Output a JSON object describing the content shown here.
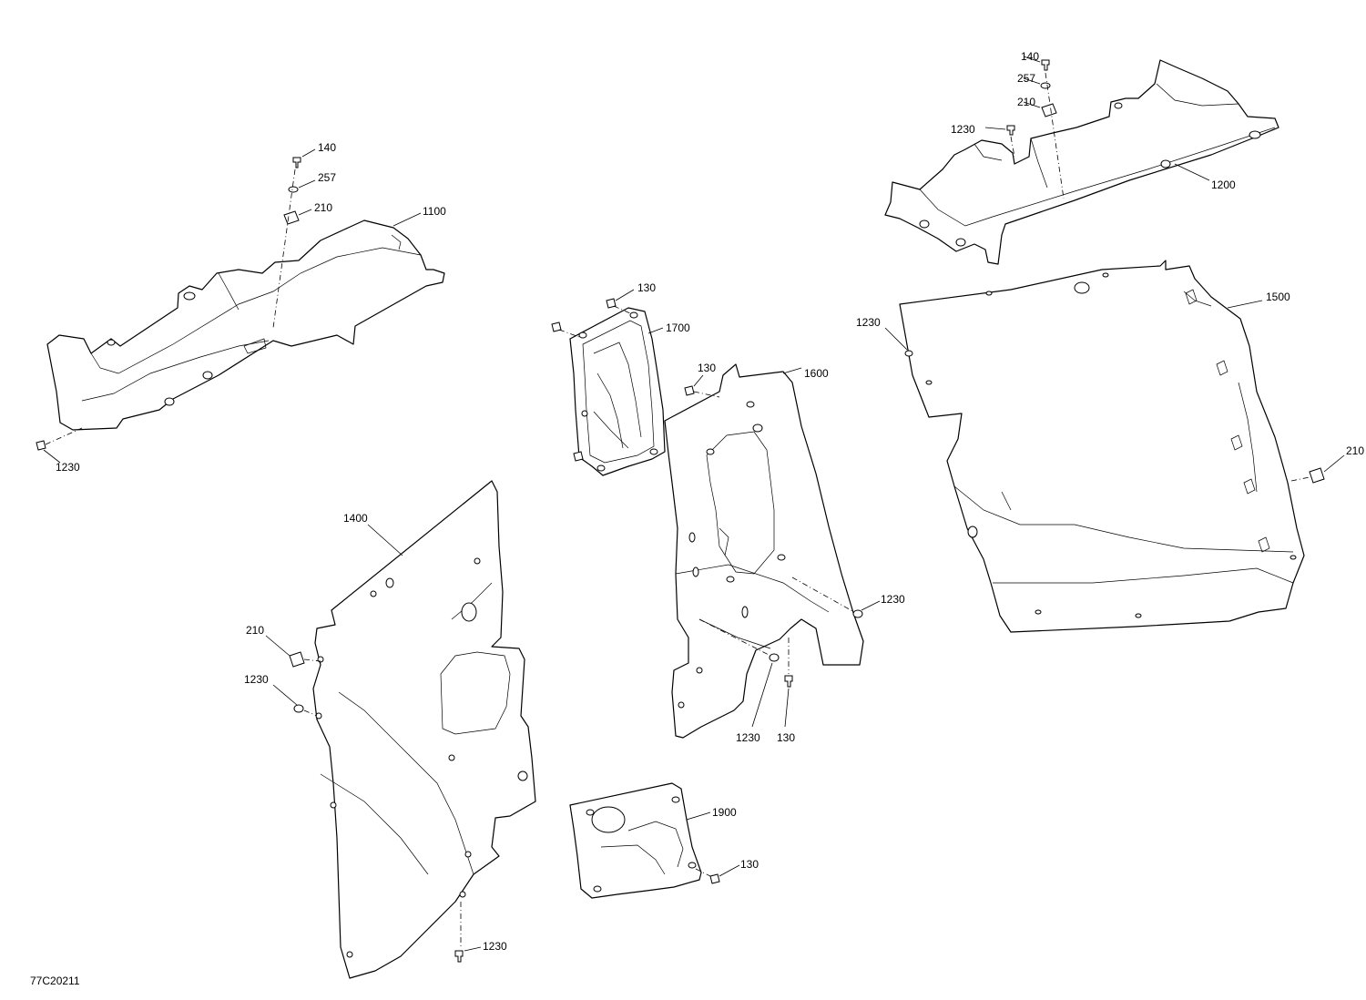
{
  "diagram": {
    "figure_code": "77C20211",
    "callouts": {
      "c140_a": "140",
      "c257_a": "257",
      "c210_a": "210",
      "c1100": "1100",
      "c1230_a": "1230",
      "c140_b": "140",
      "c257_b": "257",
      "c210_b": "210",
      "c1230_b": "1230",
      "c1200": "1200",
      "c130_a": "130",
      "c1700": "1700",
      "c130_b": "130",
      "c1600": "1600",
      "c1230_c": "1230",
      "c1500": "1500",
      "c210_c": "210",
      "c1400": "1400",
      "c210_d": "210",
      "c1230_d": "1230",
      "c1230_e": "1230",
      "c1230_f": "1230",
      "c130_c": "130",
      "c1900": "1900",
      "c130_d": "130"
    }
  }
}
